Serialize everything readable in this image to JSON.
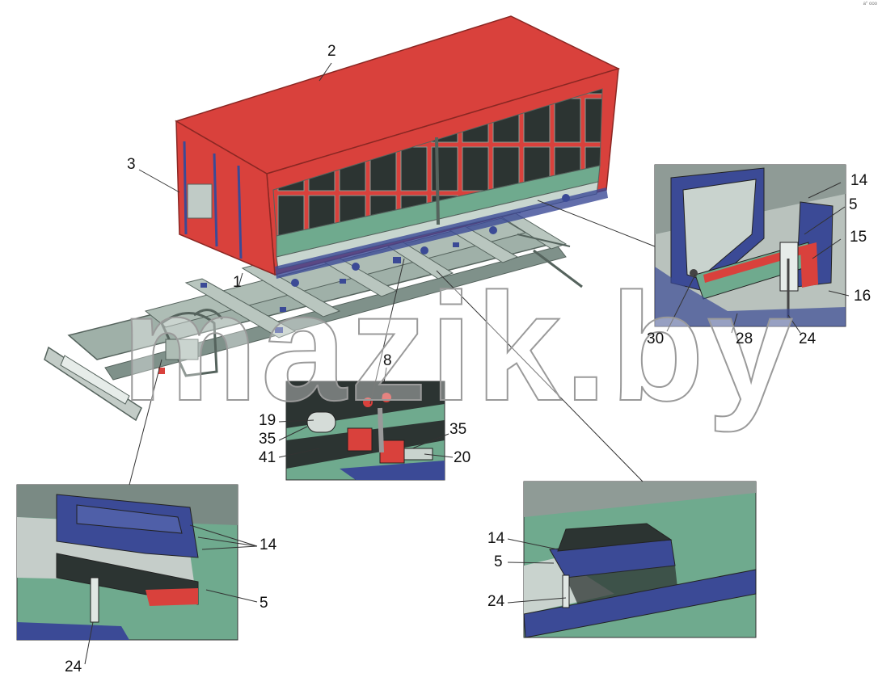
{
  "colors": {
    "body_red": "#d9413c",
    "frame_green": "#6faa8e",
    "part_blue": "#3b4a96",
    "detail_gray": "#b9c2bd",
    "window_dark": "#2c3432"
  },
  "callouts": {
    "n1": "1",
    "n2": "2",
    "n3": "3",
    "n8": "8",
    "n14_right": "14",
    "n5_right": "5",
    "n15": "15",
    "n16": "16",
    "n30": "30",
    "n28": "28",
    "n24_right": "24",
    "n19": "19",
    "n35_left": "35",
    "n41": "41",
    "n35_right": "35",
    "n20": "20",
    "n14_left": "14",
    "n5_left": "5",
    "n24_left": "24",
    "n14_bottom": "14",
    "n5_bottom": "5",
    "n24_bottom": "24"
  },
  "watermark": "mazik.by",
  "corner_mark": "a° ooo"
}
